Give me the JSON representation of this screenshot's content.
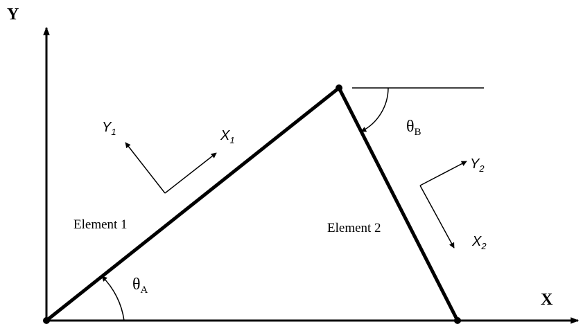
{
  "axes": {
    "x_label": "X",
    "y_label": "Y"
  },
  "elements": [
    {
      "label": "Element 1",
      "angle_symbol": "θ",
      "angle_subscript": "A"
    },
    {
      "label": "Element 2",
      "angle_symbol": "θ",
      "angle_subscript": "B"
    }
  ],
  "local_axes": {
    "element1": {
      "x": "X",
      "x_sub": "1",
      "y": "Y",
      "y_sub": "1"
    },
    "element2": {
      "x": "X",
      "x_sub": "2",
      "y": "Y",
      "y_sub": "2"
    }
  }
}
